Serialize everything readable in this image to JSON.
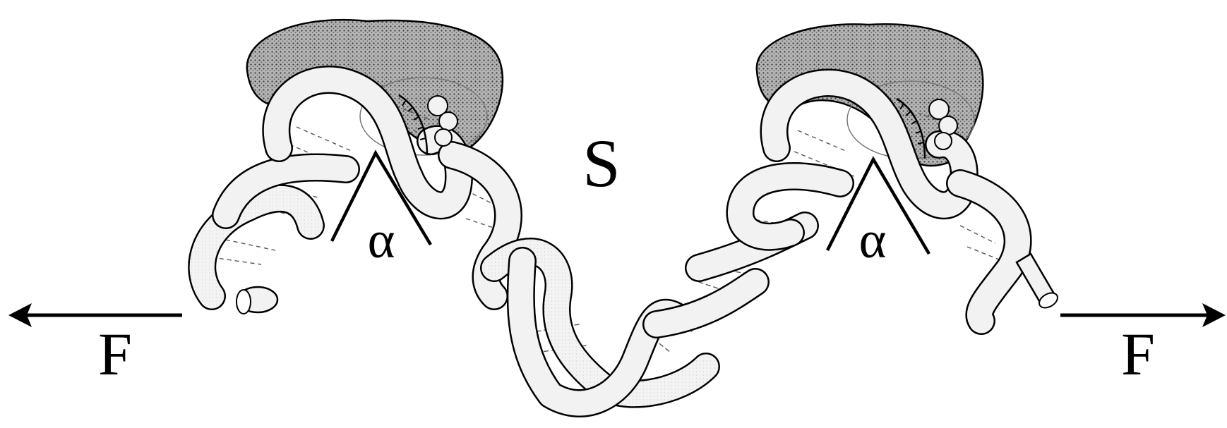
{
  "labels": {
    "force_left": "F",
    "force_right": "F",
    "strain": "S",
    "angle_left": "α",
    "angle_right": "α"
  },
  "colors": {
    "ink": "#000000",
    "tube_fill": "#f2f2f2",
    "protein_fill": "#a9a9a9",
    "background": "#ffffff"
  }
}
